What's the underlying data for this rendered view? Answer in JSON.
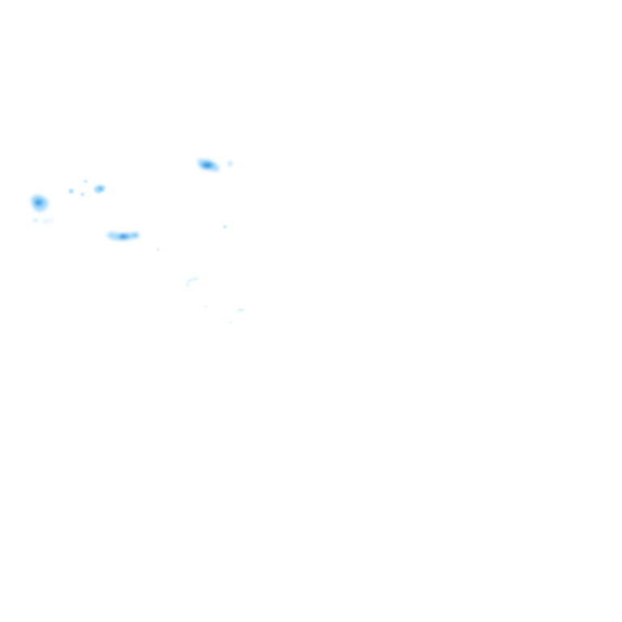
{
  "tile": {
    "kind": "rainfall-radar-overlay",
    "background": "#ffffff",
    "palette": {
      "light": "#a8dcfb",
      "medium": "#59b6f0",
      "heavy": "#1f86d8"
    },
    "echoes": [
      {
        "name": "echo-west",
        "intensity": "medium"
      },
      {
        "name": "echo-northwest-small",
        "intensity": "light"
      },
      {
        "name": "echo-north",
        "intensity": "heavy"
      },
      {
        "name": "echo-central",
        "intensity": "heavy"
      },
      {
        "name": "echo-faint-traces",
        "intensity": "light"
      }
    ]
  }
}
